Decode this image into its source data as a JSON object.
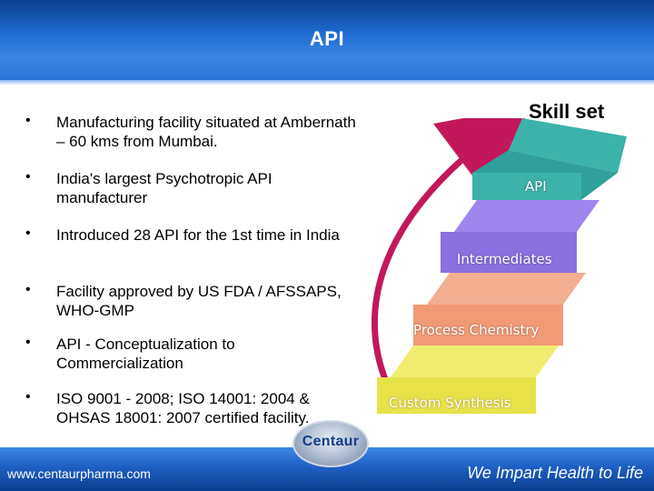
{
  "slide": {
    "title": "API",
    "bullets": [
      "Manufacturing facility situated at Ambernath – 60 kms from Mumbai.",
      "India's largest Psychotropic API manufacturer",
      "Introduced 28 API for the 1st time in India",
      "Facility approved by US FDA / AFSSAPS, WHO-GMP",
      "API - Conceptualization to Commercialization",
      "ISO 9001 - 2008; ISO 14001: 2004 & OHSAS 18001: 2007 certified facility."
    ],
    "bullet_symbol": "•"
  },
  "diagram": {
    "heading": "Skill set",
    "steps": [
      {
        "label": "API",
        "color": "#3bb3a8"
      },
      {
        "label": "Intermediates",
        "color": "#8a6fe0"
      },
      {
        "label": "Process Chemistry",
        "color": "#f09a76"
      },
      {
        "label": "Custom Synthesis",
        "color": "#e8e24a"
      }
    ],
    "arrow_color": "#c2185b"
  },
  "footer": {
    "url": "www.centaurpharma.com",
    "logo_text": "Centaur",
    "tagline": "We Impart Health to Life"
  }
}
